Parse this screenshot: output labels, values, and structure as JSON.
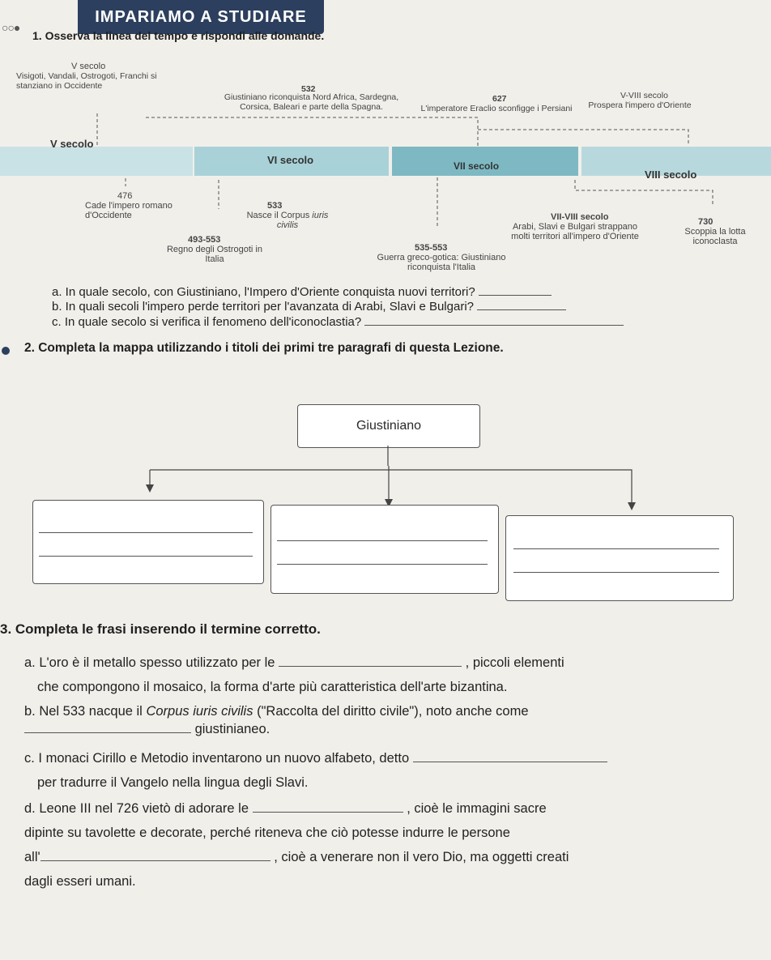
{
  "header": {
    "banner": "IMPARIAMO A STUDIARE",
    "dots": "○○●"
  },
  "ex1": {
    "title": "1. Osserva la linea del tempo e rispondi alle domande.",
    "top_events": [
      {
        "year": "V secolo",
        "text": "Visigoti, Vandali, Ostrogoti, Franchi si stanziano in Occidente"
      },
      {
        "year": "532",
        "text": "Giustiniano riconquista Nord Africa, Sardegna, Corsica, Baleari e parte della Spagna."
      },
      {
        "year": "627",
        "text": "L'imperatore Eraclio sconfigge i Persiani"
      },
      {
        "year": "V-VIII secolo",
        "text": "Prospera l'impero d'Oriente"
      }
    ],
    "centuries": [
      "V secolo",
      "VI secolo",
      "VII secolo",
      "VIII secolo"
    ],
    "bottom_events": [
      {
        "year": "476",
        "text": "Cade l'impero romano d'Occidente"
      },
      {
        "year": "493-553",
        "text": "Regno degli Ostrogoti in Italia"
      },
      {
        "year": "533",
        "text": "Nasce il Corpus",
        "italic": "iuris civilis"
      },
      {
        "year": "535-553",
        "text": "Guerra greco-gotica: Giustiniano riconquista l'Italia"
      },
      {
        "year": "VII-VIII secolo",
        "text": "Arabi, Slavi e Bulgari strappano molti territori all'impero d'Oriente"
      },
      {
        "year": "730",
        "text": "Scoppia la lotta iconoclasta"
      }
    ],
    "questions": [
      "a. In quale secolo, con Giustiniano, l'Impero d'Oriente conquista nuovi territori?",
      "b. In quali secoli l'impero perde territori per l'avanzata di Arabi, Slavi e Bulgari?",
      "c. In quale secolo si verifica il fenomeno dell'iconoclastia?"
    ]
  },
  "ex2": {
    "title": "2. Completa la mappa utilizzando i titoli dei primi tre paragrafi di questa Lezione.",
    "root": "Giustiniano"
  },
  "ex3": {
    "title": "3. Completa le frasi inserendo il termine corretto.",
    "a_1": "a. L'oro è il metallo spesso utilizzato per le",
    "a_2": ", piccoli elementi",
    "a_3": "che compongono il mosaico, la forma d'arte più caratteristica dell'arte bizantina.",
    "b_1": "b. Nel 533 nacque il",
    "b_italic": "Corpus iuris civilis",
    "b_2": "(\"Raccolta del diritto civile\"), noto anche come",
    "b_3": "giustinianeo.",
    "c_1": "c. I monaci Cirillo e Metodio inventarono un nuovo alfabeto, detto",
    "c_2": "per tradurre il Vangelo nella lingua degli Slavi.",
    "d_1": "d. Leone III nel 726 vietò di adorare le",
    "d_2": ", cioè le immagini sacre",
    "d_3": "dipinte su tavolette e decorate, perché riteneva che ciò potesse indurre le persone",
    "d_4": "all'",
    "d_5": ", cioè a venerare non il vero Dio, ma oggetti creati",
    "d_6": "dagli esseri umani."
  }
}
